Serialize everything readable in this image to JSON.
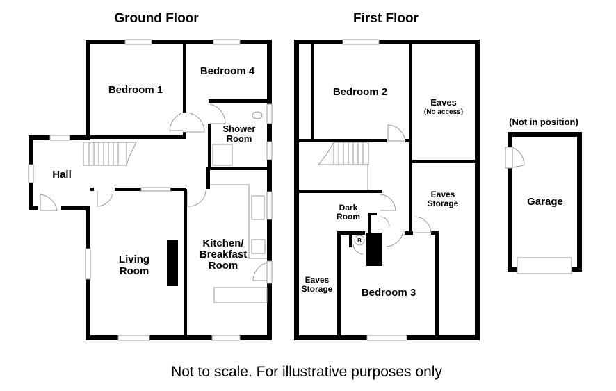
{
  "titles": {
    "ground": "Ground Floor",
    "first": "First Floor",
    "garage_note": "(Not in position)"
  },
  "ground_floor": {
    "bedroom1": "Bedroom 1",
    "bedroom4": "Bedroom 4",
    "shower": [
      "Shower",
      "Room"
    ],
    "hall": "Hall",
    "living": [
      "Living",
      "Room"
    ],
    "kitchen": [
      "Kitchen/",
      "Breakfast",
      "Room"
    ]
  },
  "first_floor": {
    "bedroom2": "Bedroom 2",
    "eaves": "Eaves",
    "eaves_note": "(No access)",
    "eaves_storage_right": [
      "Eaves",
      "Storage"
    ],
    "dark_room": [
      "Dark",
      "Room"
    ],
    "boiler": "B",
    "eaves_storage_left": [
      "Eaves",
      "Storage"
    ],
    "bedroom3": "Bedroom 3"
  },
  "garage": {
    "label": "Garage"
  },
  "footer": "Not to scale. For illustrative purposes only"
}
